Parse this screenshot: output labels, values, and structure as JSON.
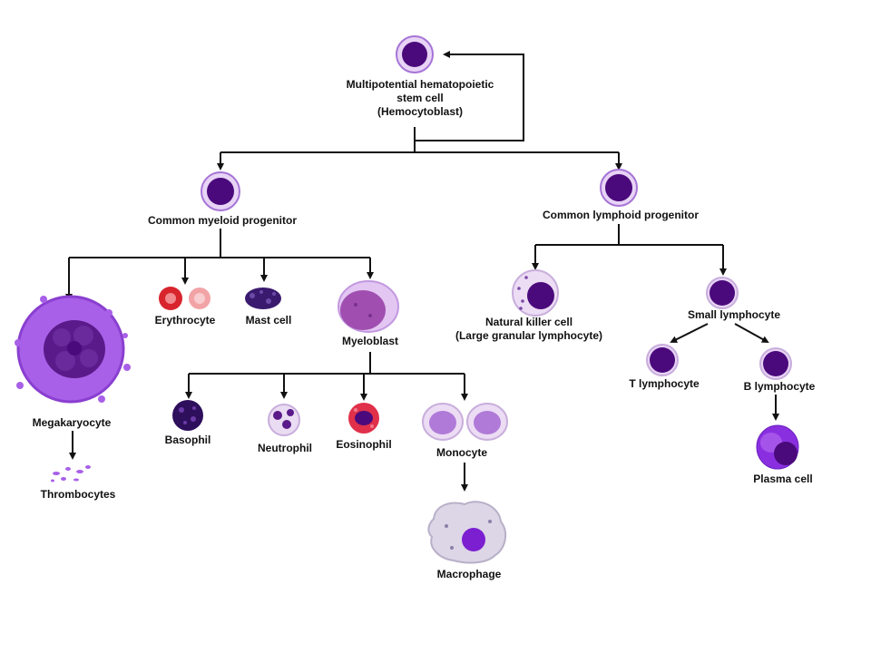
{
  "colors": {
    "line": "#111111",
    "cell_dark": "#4a0a7c",
    "cell_mid": "#7b2fb8",
    "cell_light": "#c89de6",
    "membrane": "#a674d6",
    "erythrocyte": "#d8242c",
    "erythrocyte_light": "#f2a3a6",
    "eosinophil_granule": "#e0304a",
    "macrophage_body": "#dcd6e6",
    "megakaryocyte": "#a860e8"
  },
  "labels": {
    "stem_cell_line1": "Multipotential hematopoietic",
    "stem_cell_line2": "stem cell",
    "stem_cell_line3": "(Hemocytoblast)",
    "myeloid_progenitor": "Common myeloid progenitor",
    "lymphoid_progenitor": "Common lymphoid progenitor",
    "megakaryocyte": "Megakaryocyte",
    "thrombocytes": "Thrombocytes",
    "erythrocyte": "Erythrocyte",
    "mast_cell": "Mast cell",
    "myeloblast": "Myeloblast",
    "basophil": "Basophil",
    "neutrophil": "Neutrophil",
    "eosinophil": "Eosinophil",
    "monocyte": "Monocyte",
    "macrophage": "Macrophage",
    "nk_cell_line1": "Natural killer cell",
    "nk_cell_line2": "(Large granular lymphocyte)",
    "small_lymphocyte": "Small lymphocyte",
    "t_lymphocyte": "T lymphocyte",
    "b_lymphocyte": "B lymphocyte",
    "plasma_cell": "Plasma cell"
  }
}
